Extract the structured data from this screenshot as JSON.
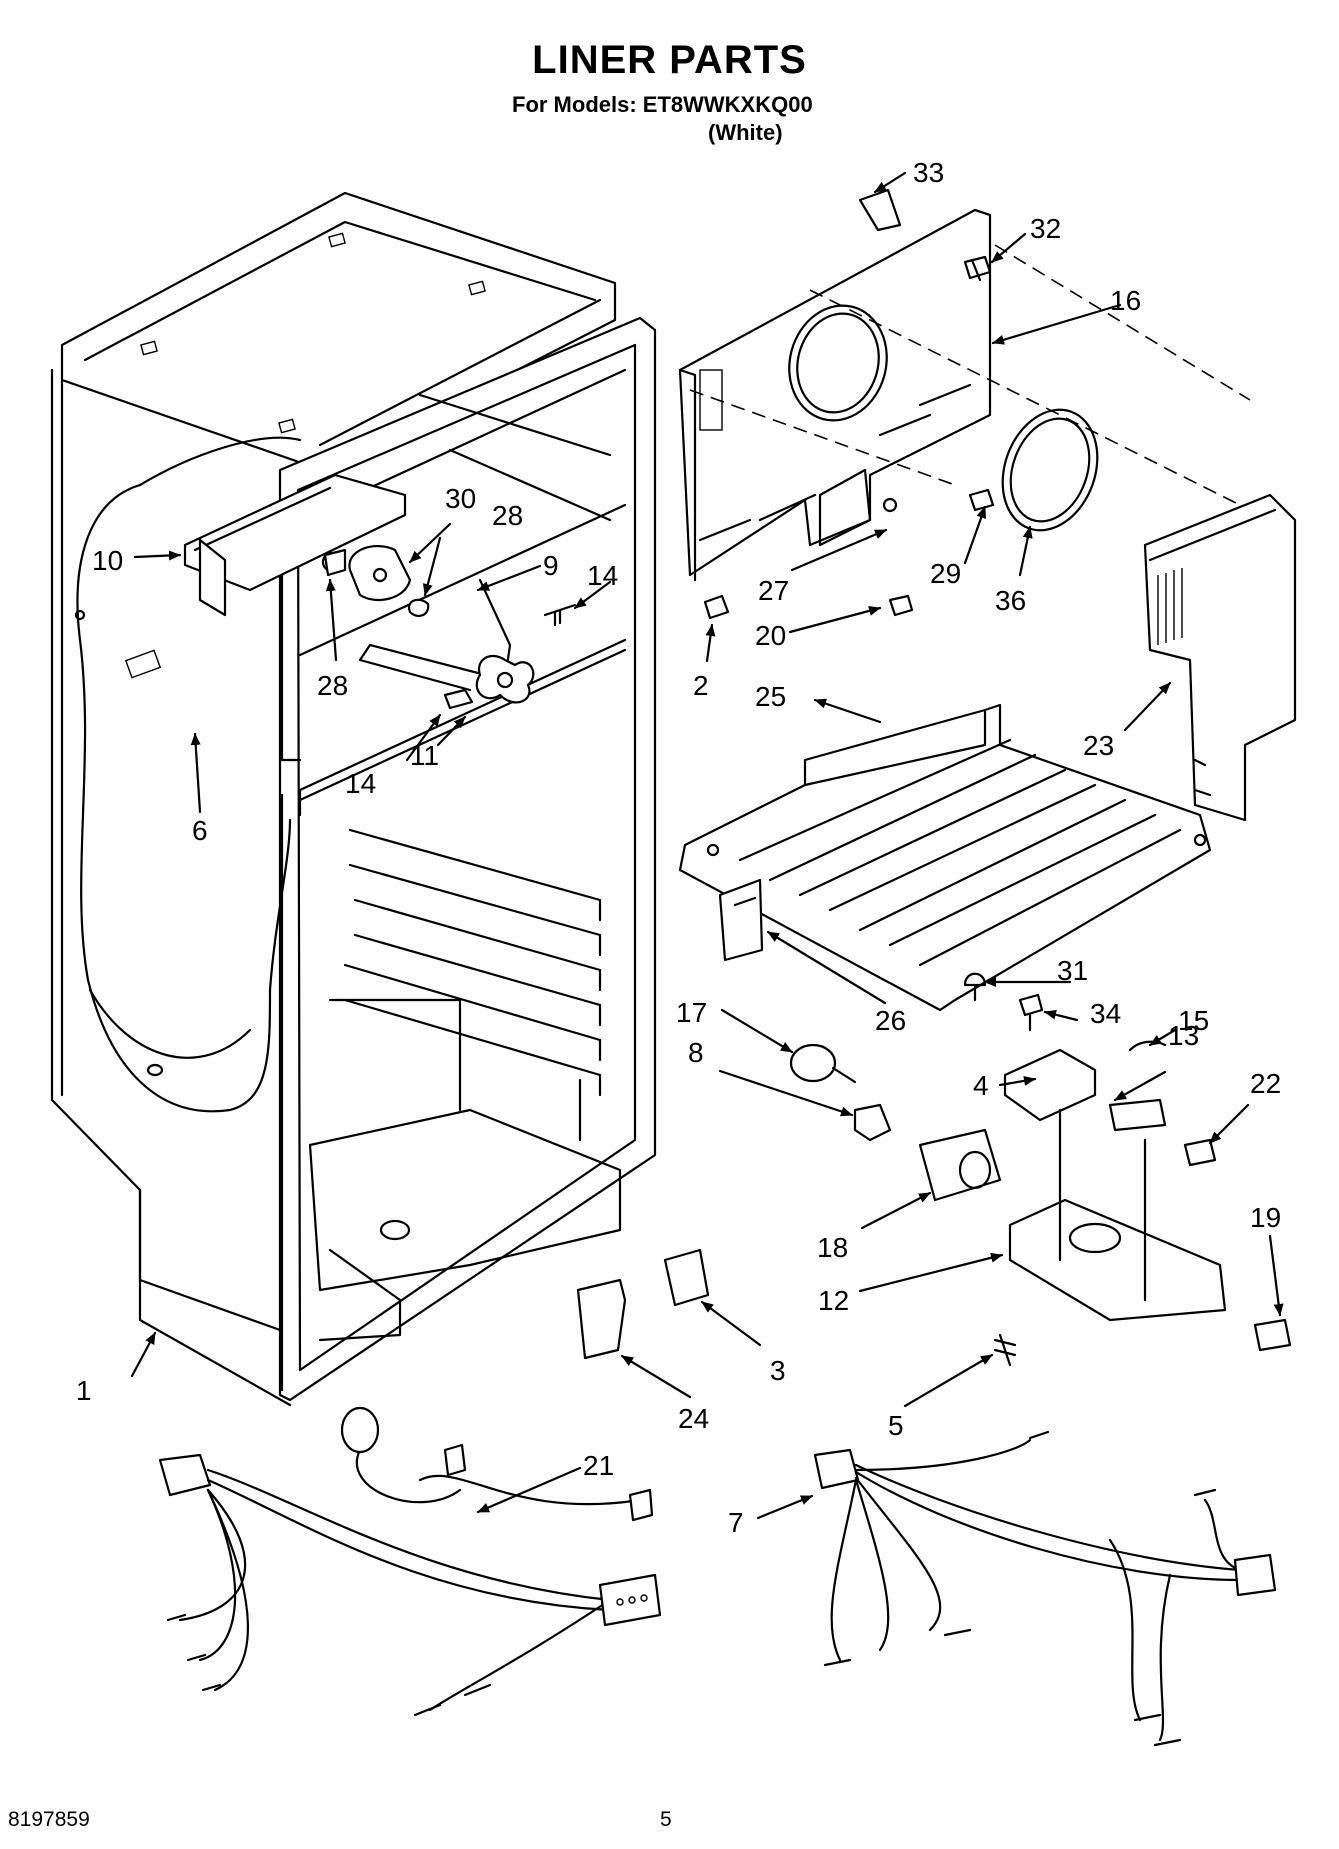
{
  "header": {
    "title": "LINER PARTS",
    "models_line": "For Models: ET8WWKXKQ00",
    "color_line": "(White)"
  },
  "footer": {
    "doc_number": "8197859",
    "page_number": "5"
  },
  "callouts": [
    "1",
    "2",
    "3",
    "4",
    "5",
    "6",
    "7",
    "8",
    "9",
    "10",
    "11",
    "12",
    "13",
    "14",
    "14",
    "15",
    "16",
    "17",
    "18",
    "19",
    "20",
    "21",
    "22",
    "23",
    "24",
    "25",
    "26",
    "27",
    "28",
    "28",
    "29",
    "30",
    "31",
    "32",
    "33",
    "34",
    "36"
  ]
}
